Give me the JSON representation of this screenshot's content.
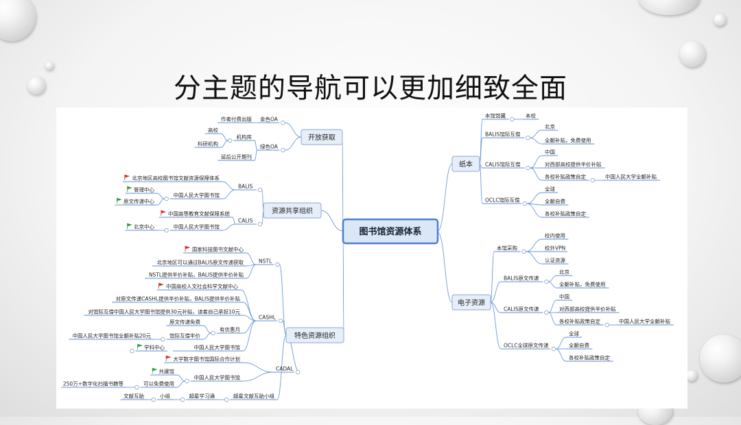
{
  "slide": {
    "title": "分主题的导航可以更加细致全面"
  },
  "root": {
    "label": "图书馆资源体系"
  },
  "branches": {
    "open_access": "开放获取",
    "sharing": "资源共享组织",
    "special": "特色资源组织",
    "paper": "纸本",
    "electronic": "电子资源"
  },
  "labels": {
    "gold_oa": "金色OA",
    "author_pays": "作者付费出版",
    "green_oa": "绿色OA",
    "institutional_repo": "机构库",
    "universities": "高校",
    "research_institutes": "科研机构",
    "delayed_journals": "延后公开期刊",
    "balis": "BALIS",
    "beijing_consortium": "北京地区高校图书馆文献资源保障体系",
    "renmin_lib_1": "中国人民大学图书馆",
    "mgmt_center": "管理中心",
    "doc_delivery_center": "原文传递中心",
    "calis": "CALIS",
    "cashl_system": "中国高等教育文献保障系统",
    "renmin_lib_2": "中国人民大学图书馆",
    "beijing_center": "北京中心",
    "nstl": "NSTL",
    "nstl_center": "国家科技图书文献中心",
    "nstl_note1": "北京地区可以通过BALIS原文传递获取",
    "nstl_note2": "NSTL提供半价补贴，BALIS提供半价补贴",
    "cashl": "CASHL",
    "cashl_center": "中国高校人文社会科学文献中心",
    "cashl_note1": "对原文传递CASHL提供半价补贴，BALIS提供半价补贴",
    "cashl_note2": "对馆际互借中国人民大学图书馆提供30元补贴，读者自己承担10元",
    "monthly_offer": "有优惠月",
    "doc_free": "原文传递免费",
    "ill_half": "馆际互借半价",
    "renmin_20": "中国人民大学图书馆全额补贴20元",
    "subject_center": "学科中心",
    "renmin_lib_3": "中国人民大学图书馆",
    "cadal": "CADAL",
    "cadal_project": "大学数字图书馆国际合作计划",
    "renmin_lib_4": "中国人民大学图书馆",
    "co_builder": "共建馆",
    "free_use": "可以免费使用",
    "scan_gift": "250万+数字化扫描书籍等",
    "chaoxing_group": "超星文献互助小组",
    "chaoxing_app": "超星学习通",
    "group": "小组",
    "doc_mutual": "文献互助",
    "lib_collection": "本馆馆藏",
    "this_school": "本校",
    "balis_ill": "BALIS馆际互借",
    "beijing": "北京",
    "full_subsidy_free": "全额补贴，免费使用",
    "calis_ill": "CALIS馆际互借",
    "china": "中国",
    "west_half": "对西部高校提供半价补贴",
    "policy_local": "各校补贴政策自定",
    "renmin_full": "中国人民大学全额补贴",
    "oclc_ill": "OCLC馆际互借",
    "global": "全球",
    "full_self": "全额自费",
    "policy_local_2": "各校补贴政策自定",
    "lib_purchase": "本馆采购",
    "campus_use": "校内使用",
    "off_campus_vpn": "校外VPN",
    "auth_resources": "认证资源",
    "balis_dd": "BALIS原文传递",
    "beijing_2": "北京",
    "full_subsidy_free_2": "全额补贴，免费使用",
    "calis_dd": "CALIS原文传递",
    "china_2": "中国",
    "west_half_2": "对西部高校提供半价补贴",
    "policy_local_3": "各校补贴政策自定",
    "renmin_full_2": "中国人民大学全额补贴",
    "oclc_dd": "OCLC全球原文传递",
    "global_2": "全球",
    "full_self_2": "全额自费",
    "policy_local_4": "各校补贴政策自定"
  },
  "colors": {
    "connector": "#6a9ad8",
    "underline": "#5b8fd6",
    "branch_fill": "#e6eef9",
    "root_border": "#4d7fc9",
    "flag_red": "#d6322a",
    "flag_green": "#2f9e3c"
  }
}
